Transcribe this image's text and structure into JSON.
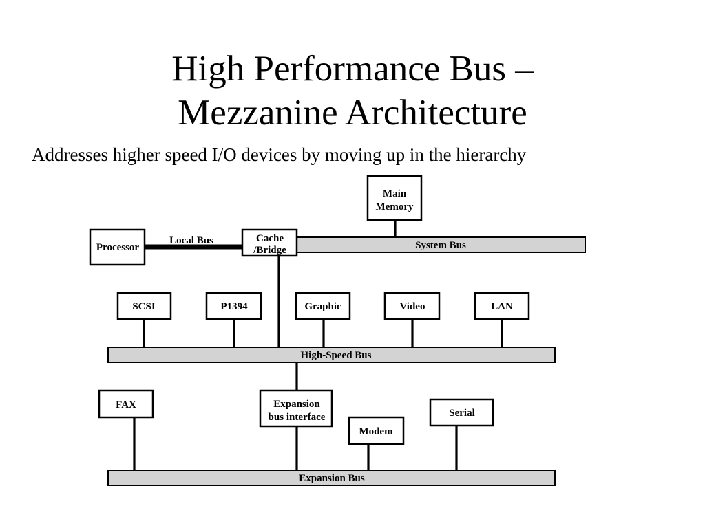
{
  "slide": {
    "title_line1": "High Performance Bus –",
    "title_line2": "Mezzanine Architecture",
    "subtitle": "Addresses higher speed I/O devices by moving up in the hierarchy"
  },
  "diagram": {
    "main_memory_line1": "Main",
    "main_memory_line2": "Memory",
    "processor": "Processor",
    "local_bus": "Local Bus",
    "cache_line1": "Cache",
    "cache_line2": "/Bridge",
    "system_bus": "System Bus",
    "scsi": "SCSI",
    "p1394": "P1394",
    "graphic": "Graphic",
    "video": "Video",
    "lan": "LAN",
    "high_speed_bus": "High-Speed Bus",
    "fax": "FAX",
    "expansion_if_line1": "Expansion",
    "expansion_if_line2": "bus interface",
    "modem": "Modem",
    "serial": "Serial",
    "expansion_bus": "Expansion Bus"
  }
}
